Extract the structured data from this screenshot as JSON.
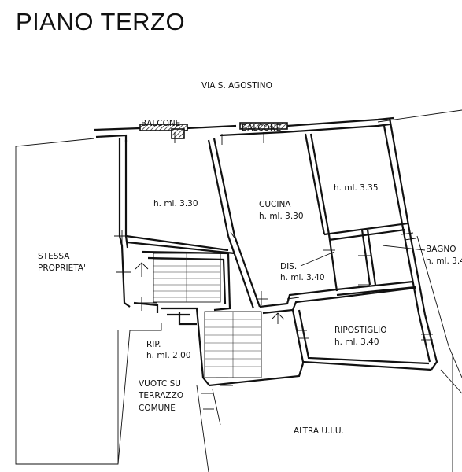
{
  "title": "PIANO TERZO",
  "street": "VIA S. AGOSTINO",
  "labels": {
    "balcone_left": "BALCONE",
    "balcone_right": "BALCONE",
    "room1_height": "h. ml. 3.30",
    "cucina": "CUCINA",
    "cucina_height": "h. ml. 3.30",
    "room3_height": "h. ml. 3.35",
    "dis": "DIS.",
    "dis_height": "h. ml. 3.40",
    "bagno": "BAGNO",
    "bagno_height": "h. ml. 3.4",
    "stessa_1": "STESSA",
    "stessa_2": "PROPRIETA'",
    "rip": "RIP.",
    "rip_height": "h. ml. 2.00",
    "ripostiglio": "RIPOSTIGLIO",
    "ripostiglio_height": "h. ml. 3.40",
    "vuoto_1": "VUOTC SU",
    "vuoto_2": "TERRAZZO",
    "vuoto_3": "COMUNE",
    "altra": "ALTRA U.I.U."
  }
}
